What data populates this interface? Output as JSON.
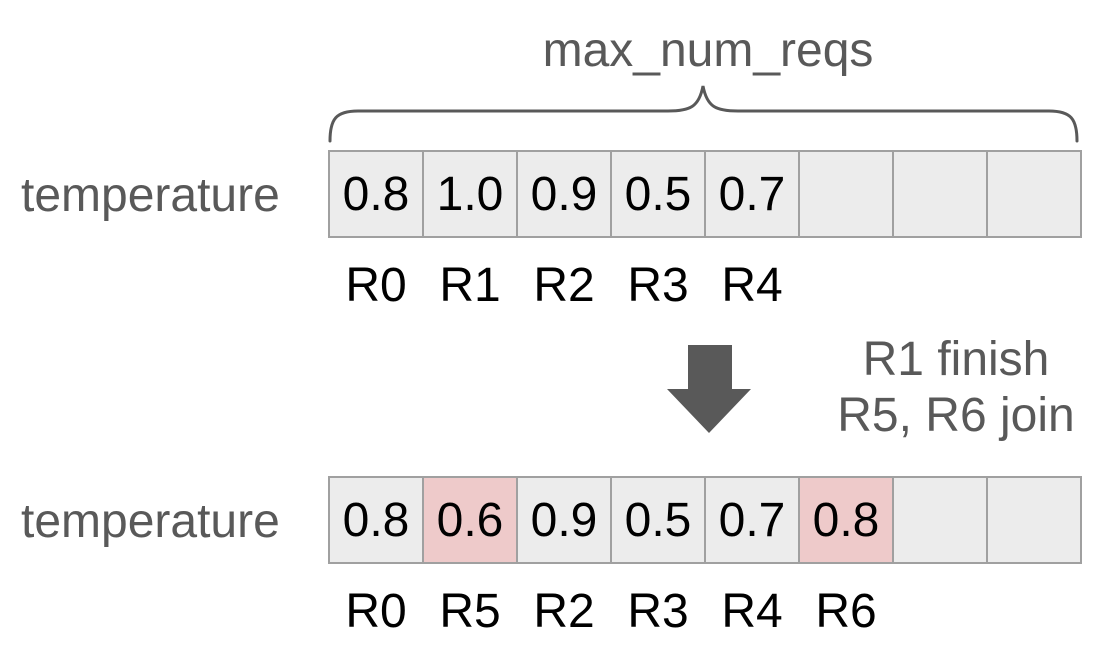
{
  "brace_label": "max_num_reqs",
  "colors": {
    "cell_bg": "#ececec",
    "cell_border": "#a0a0a0",
    "highlight_bg": "#eecaca",
    "muted_gray": "#595959",
    "value_text": "#000000"
  },
  "before": {
    "row_label": "temperature",
    "cells": [
      {
        "value": "0.8",
        "highlight": false
      },
      {
        "value": "1.0",
        "highlight": false
      },
      {
        "value": "0.9",
        "highlight": false
      },
      {
        "value": "0.5",
        "highlight": false
      },
      {
        "value": "0.7",
        "highlight": false
      },
      {
        "value": "",
        "highlight": false
      },
      {
        "value": "",
        "highlight": false
      },
      {
        "value": "",
        "highlight": false
      }
    ],
    "request_labels": [
      "R0",
      "R1",
      "R2",
      "R3",
      "R4"
    ]
  },
  "transition": {
    "arrow_icon": "down-arrow",
    "line1": "R1 finish",
    "line2": "R5, R6 join"
  },
  "after": {
    "row_label": "temperature",
    "cells": [
      {
        "value": "0.8",
        "highlight": false
      },
      {
        "value": "0.6",
        "highlight": true
      },
      {
        "value": "0.9",
        "highlight": false
      },
      {
        "value": "0.5",
        "highlight": false
      },
      {
        "value": "0.7",
        "highlight": false
      },
      {
        "value": "0.8",
        "highlight": true
      },
      {
        "value": "",
        "highlight": false
      },
      {
        "value": "",
        "highlight": false
      }
    ],
    "request_labels": [
      "R0",
      "R5",
      "R2",
      "R3",
      "R4",
      "R6"
    ]
  }
}
